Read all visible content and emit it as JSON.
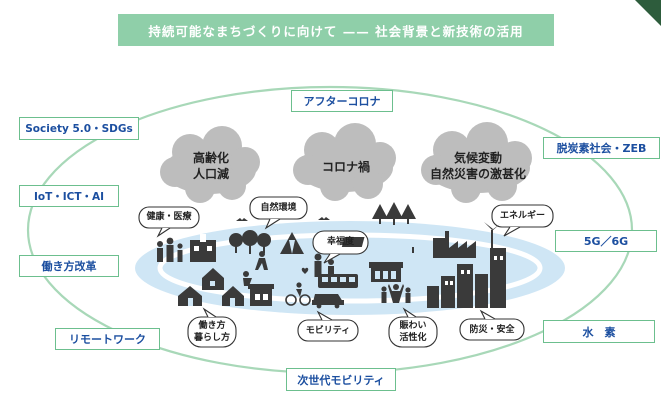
{
  "title": "持続可能なまちづくりに向けて —— 社会背景と新技術の活用",
  "top_box": "アフターコロナ",
  "bottom_box": "次世代モビリティ",
  "left_boxes": [
    "Society 5.0・SDGs",
    "IoT・ICT・AI",
    "働き方改革",
    "リモートワーク"
  ],
  "right_boxes": [
    "脱炭素社会・ZEB",
    "5G／6G",
    "水　素"
  ],
  "clouds": [
    {
      "lines": [
        "高齢化",
        "人口減"
      ]
    },
    {
      "lines": [
        "コロナ禍"
      ]
    },
    {
      "lines": [
        "気候変動",
        "自然災害の激甚化"
      ]
    }
  ],
  "bubbles": {
    "health": [
      "健康・医療"
    ],
    "nature": [
      "自然環境"
    ],
    "happiness": [
      "幸福度"
    ],
    "energy": [
      "エネルギー"
    ],
    "work_life": [
      "働き方",
      "暮らし方"
    ],
    "mobility": [
      "モビリティ"
    ],
    "bustle": [
      "賑わい",
      "活性化"
    ],
    "safety": [
      "防災・安全"
    ]
  },
  "colors": {
    "accent_green": "#8fcfa9",
    "frame_green": "#6cbf8e",
    "label_blue": "#1c4fa0",
    "oval_blue": "#cfe6f5",
    "cloud_grey": "#bdbdbd",
    "icon_dark": "#3a3a3a"
  }
}
